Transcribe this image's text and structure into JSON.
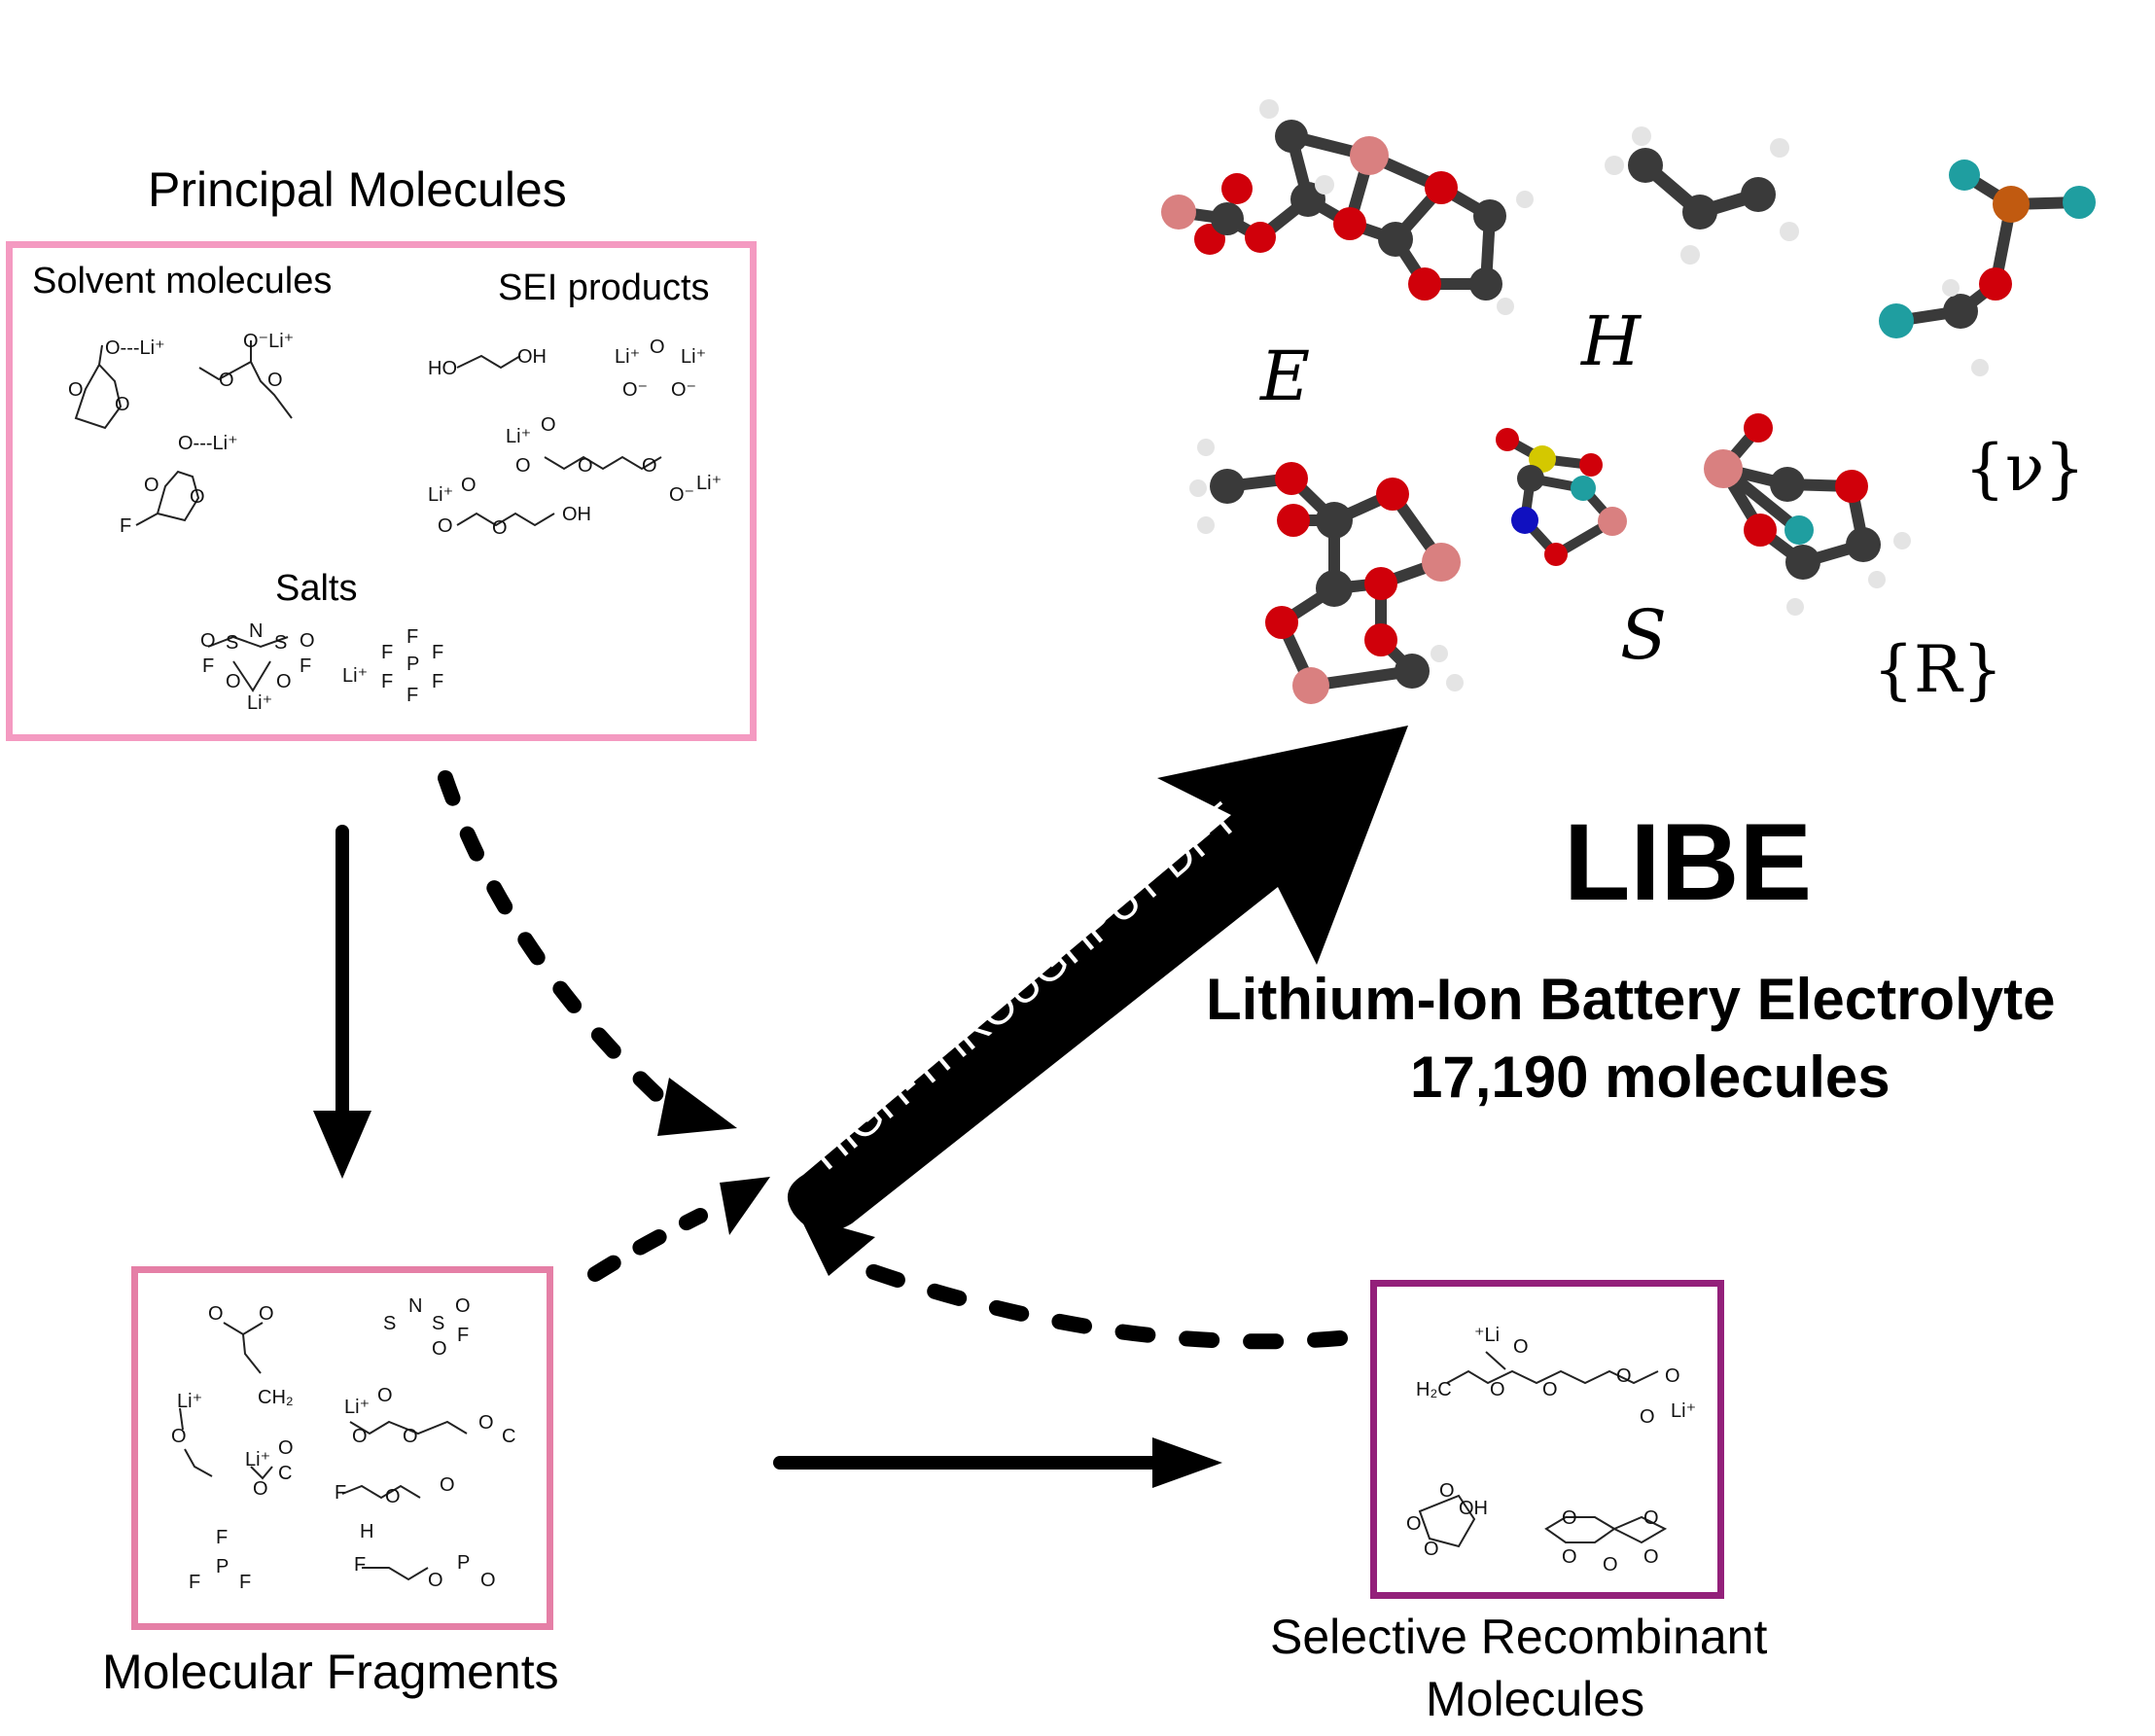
{
  "principal": {
    "title": "Principal Molecules",
    "solvent_label": "Solvent molecules",
    "sei_label": "SEI products",
    "salts_label": "Salts",
    "border_color": "#f49ac1"
  },
  "fragments": {
    "title": "Molecular Fragments",
    "border_color": "#e57fa6"
  },
  "recombinant": {
    "title_line1": "Selective Recombinant",
    "title_line2": "Molecules",
    "border_color": "#93207a"
  },
  "arrow": {
    "label": "HIGH-THROUGHPUT DFT"
  },
  "libe": {
    "acronym": "LIBE",
    "full_name": "Lithium-Ion Battery Electrolyte",
    "count": "17,190 molecules"
  },
  "properties": {
    "energy": "E",
    "enthalpy": "H",
    "entropy": "S",
    "frequencies": "{ν}",
    "geometry": "{R}"
  },
  "atom_colors": {
    "carbon": "#3a3a3a",
    "oxygen": "#d0000a",
    "hydrogen": "#e4e4e4",
    "lithium": "#d98080",
    "fluorine": "#1f9ea0",
    "phosphorus": "#c15a10",
    "sulfur": "#d4c800",
    "nitrogen": "#1010c0"
  },
  "structures": {
    "solvent": {
      "a_li": "O---Li⁺",
      "a_o1": "O",
      "a_o2": "O",
      "b_li": "O⁻Li⁺",
      "b_o1": "O",
      "b_o2": "O",
      "c_li": "O---Li⁺",
      "c_o1": "O",
      "c_o2": "O",
      "c_f": "F"
    },
    "sei": {
      "ho": "HO",
      "oh": "OH",
      "li1": "Li⁺",
      "li2": "Li⁺",
      "o_a": "O",
      "o_b": "O⁻",
      "o_c": "O⁻",
      "li3": "Li⁺",
      "o_d": "O",
      "o_e": "O",
      "o_f": "O",
      "o_g": "O",
      "o_h": "O⁻",
      "li4": "Li⁺",
      "li5": "Li⁺",
      "o_i": "O",
      "o_j": "O",
      "o_k": "O",
      "oh2": "OH"
    },
    "salts": {
      "o1": "O",
      "s1": "S",
      "n": "N",
      "s2": "S",
      "o2": "O",
      "f1": "F",
      "o3": "O",
      "o4": "O",
      "f2": "F",
      "li": "Li⁺",
      "li2": "Li⁺",
      "p": "P",
      "f_a": "F",
      "f_b": "F",
      "f_c": "F",
      "f_d": "F",
      "f_e": "F",
      "f_f": "F"
    },
    "frag": {
      "o1": "O",
      "o2": "O",
      "ch2": "CH₂",
      "s": "S",
      "n": "N",
      "s2": "S",
      "o3": "O",
      "o4": "O",
      "f1": "F",
      "li1": "Li⁺",
      "o5": "O",
      "li2": "Li⁺",
      "o6": "O",
      "o7": "O",
      "o8": "O",
      "o9": "O",
      "c1": "C",
      "li3": "Li⁺",
      "o10": "O",
      "o11": "O",
      "c2": "C",
      "f2": "F",
      "o12": "O",
      "o13": "O",
      "h": "H",
      "f3": "F",
      "p1": "P",
      "f4": "F",
      "f5": "F",
      "f6": "F",
      "o14": "O",
      "p2": "P",
      "o15": "O"
    },
    "recomb": {
      "li1": "⁺Li",
      "o1": "O",
      "h2c": "H₂C",
      "o2": "O",
      "o3": "O",
      "o4": "O",
      "o5": "O",
      "li2": "Li⁺",
      "o6": "O",
      "o7": "O",
      "oh": "OH",
      "o8": "O",
      "o9": "O",
      "o10": "O",
      "o11": "O",
      "o12": "O",
      "o13": "O",
      "o14": "O"
    }
  }
}
